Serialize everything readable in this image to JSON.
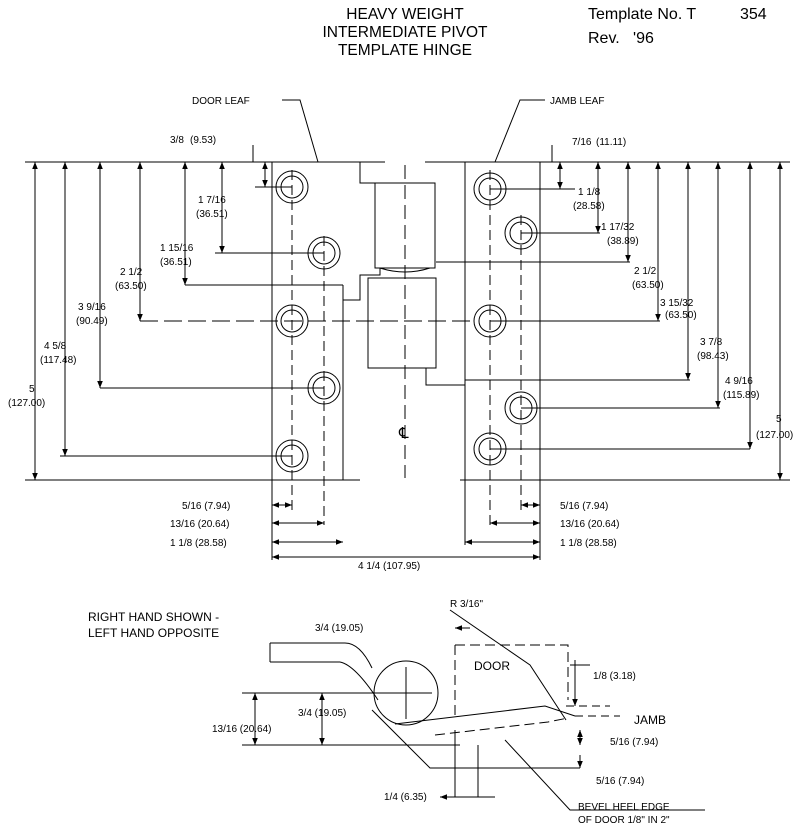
{
  "header": {
    "title_lines": [
      "HEAVY WEIGHT",
      "INTERMEDIATE PIVOT",
      "TEMPLATE HINGE"
    ],
    "template_label": "Template No. T",
    "template_number": "354",
    "revision": "Rev.   '96"
  },
  "top_view": {
    "door_leaf_label": "DOOR LEAF",
    "jamb_leaf_label": "JAMB LEAF",
    "centerline_symbol": "℄",
    "left_dims": [
      {
        "frac": "3/8",
        "mm": "(9.53)"
      },
      {
        "frac": "1 7/16",
        "mm": "(36.51)"
      },
      {
        "frac": "1 15/16",
        "mm": "(36.51)"
      },
      {
        "frac": "2 1/2",
        "mm": "(63.50)"
      },
      {
        "frac": "3 9/16",
        "mm": "(90.49)"
      },
      {
        "frac": "4 5/8",
        "mm": "(117.48)"
      },
      {
        "frac": "5",
        "mm": "(127.00)"
      }
    ],
    "right_dims": [
      {
        "frac": "7/16",
        "mm": "(11.11)"
      },
      {
        "frac": "1 1/8",
        "mm": "(28.58)"
      },
      {
        "frac": "1 17/32",
        "mm": "(38.89)"
      },
      {
        "frac": "2 1/2",
        "mm": "(63.50)"
      },
      {
        "frac": "3 15/32",
        "mm": "(63.50)"
      },
      {
        "frac": "3 7/8",
        "mm": "(98.43)"
      },
      {
        "frac": "4 9/16",
        "mm": "(115.89)"
      },
      {
        "frac": "5",
        "mm": "(127.00)"
      }
    ],
    "bottom_left_dims": [
      "5/16 (7.94)",
      "13/16 (20.64)",
      "1 1/8 (28.58)"
    ],
    "bottom_right_dims": [
      "5/16 (7.94)",
      "13/16 (20.64)",
      "1 1/8 (28.58)"
    ],
    "overall_width": "4 1/4 (107.95)"
  },
  "bottom_view": {
    "note_lines": [
      "RIGHT HAND SHOWN -",
      "LEFT HAND OPPOSITE"
    ],
    "radius_label": "R 3/16\"",
    "dim_top": "3/4 (19.05)",
    "door_label": "DOOR",
    "dim_eighth": "1/8 (3.18)",
    "jamb_label": "JAMB",
    "dim_mid": "3/4 (19.05)",
    "dim_left": "13/16 (20.64)",
    "dim_5_16_a": "5/16 (7.94)",
    "dim_5_16_b": "5/16 (7.94)",
    "dim_quarter": "1/4 (6.35)",
    "bevel_lines": [
      "BEVEL HEEL EDGE",
      "OF DOOR 1/8\" IN 2\""
    ]
  }
}
